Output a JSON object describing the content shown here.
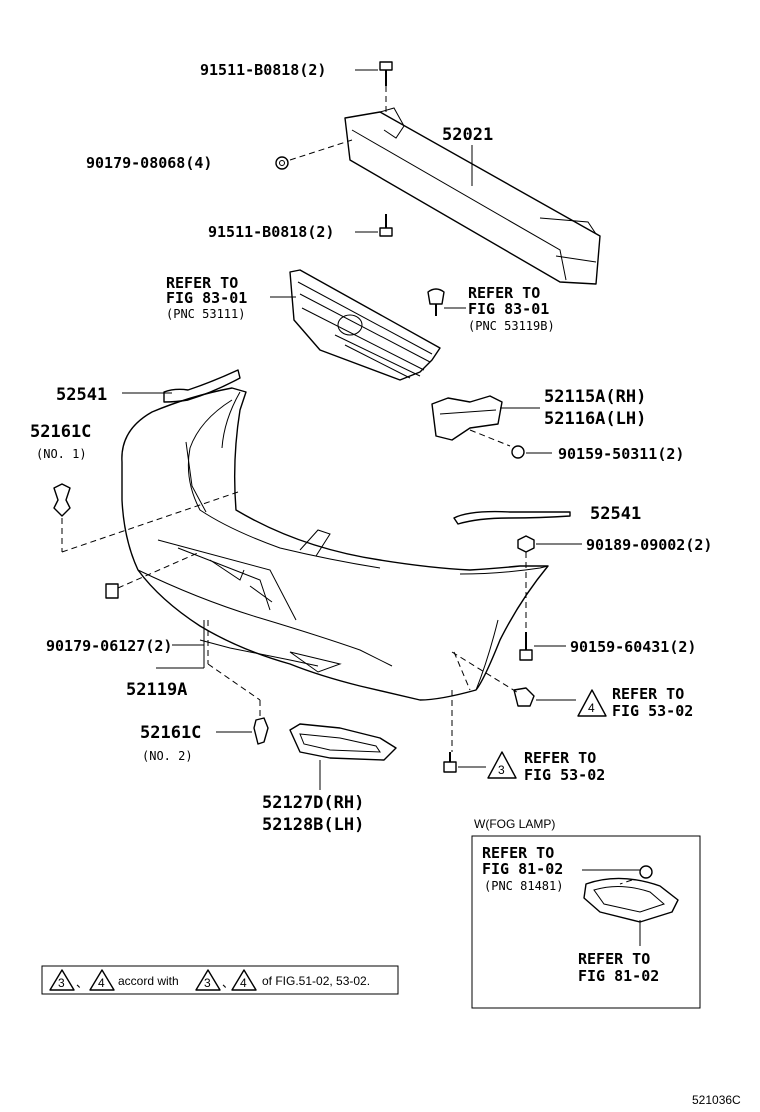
{
  "labels": {
    "p91511_top": "91511-B0818(2)",
    "p90179_08068": "90179-08068(4)",
    "p52021": "52021",
    "p91511_mid": "91511-B0818(2)",
    "refer_grille_l1": "REFER TO",
    "refer_grille_l2": "FIG 83-01",
    "refer_grille_l3": "(PNC 53111)",
    "refer_clip_l1": "REFER TO",
    "refer_clip_l2": "FIG 83-01",
    "refer_clip_l3": "(PNC 53119B)",
    "p52541_top": "52541",
    "p52115A": "52115A(RH)",
    "p52116A": "52116A(LH)",
    "p52161C_1": "52161C",
    "no1": "(NO. 1)",
    "p90159_50311": "90159-50311(2)",
    "p52541_right": "52541",
    "p90189_09002": "90189-09002(2)",
    "p90179_06127": "90179-06127(2)",
    "p90159_60431": "90159-60431(2)",
    "p52119A": "52119A",
    "refer_53_4_l1": "REFER TO",
    "refer_53_4_l2": "FIG 53-02",
    "p52161C_2": "52161C",
    "no2": "(NO. 2)",
    "refer_53_3_l1": "REFER TO",
    "refer_53_3_l2": "FIG 53-02",
    "p52127D": "52127D(RH)",
    "p52128B": "52128B(LH)",
    "fog_title": "W(FOG LAMP)",
    "refer_81_a_l1": "REFER TO",
    "refer_81_a_l2": "FIG 81-02",
    "refer_81_a_l3": "(PNC 81481)",
    "refer_81_b_l1": "REFER TO",
    "refer_81_b_l2": "FIG 81-02",
    "tri3": "3",
    "tri4": "4",
    "note_sep1": "、",
    "note_accord": "accord with",
    "note_sep2": "、",
    "note_of": "of FIG.51-02, 53-02.",
    "figure_code": "521036C"
  }
}
